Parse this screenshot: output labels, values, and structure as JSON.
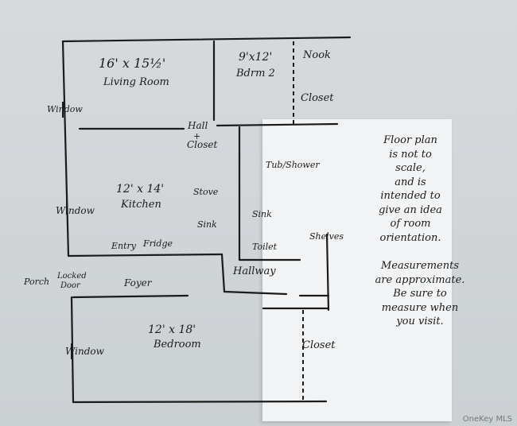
{
  "rooms": {
    "living_room": {
      "dimensions": "16' x 15½'",
      "name": "Living Room"
    },
    "bedroom2": {
      "dimensions": "9'x12'",
      "name": "Bdrm 2",
      "nook": "Nook",
      "closet": "Closet"
    },
    "hall_closet": {
      "line1": "Hall",
      "line2": "+",
      "line3": "Closet"
    },
    "kitchen": {
      "dimensions": "12' x 14'",
      "name": "Kitchen",
      "stove": "Stove",
      "sink": "Sink",
      "entry": "Entry",
      "fridge": "Fridge"
    },
    "bath": {
      "tub": "Tub/Shower",
      "sink": "Sink",
      "toilet": "Toilet",
      "shelves": "Shelves"
    },
    "hallway": "Hallway",
    "foyer": "Foyer",
    "porch": "Porch",
    "locked_door": {
      "line1": "Locked",
      "line2": "Door"
    },
    "bedroom": {
      "dimensions": "12' x 18'",
      "name": "Bedroom",
      "closet": "Closet"
    }
  },
  "windows": [
    "Window",
    "Window",
    "Window"
  ],
  "notes": {
    "scale": [
      "Floor plan",
      "is not to",
      "scale,",
      "and is",
      "intended to",
      "give an idea",
      "of room",
      "orientation."
    ],
    "measure": [
      "Measurements",
      "are approximate.",
      "Be sure to",
      "measure when",
      "you visit."
    ]
  },
  "watermark": "OneKey MLS",
  "colors": {
    "ink": "#1b1b1b",
    "paper": "#f2f3f4",
    "background": "#cfd3d6"
  }
}
